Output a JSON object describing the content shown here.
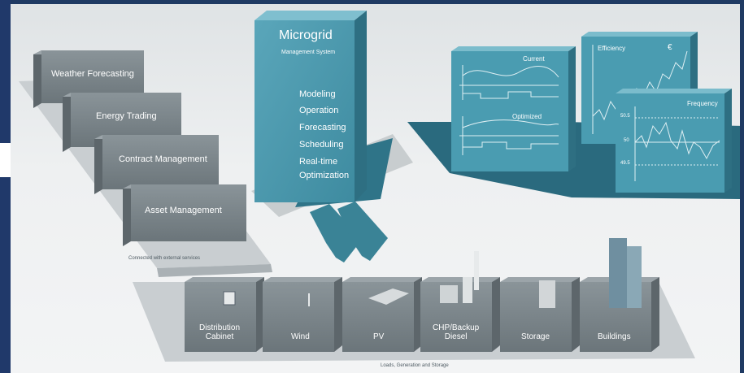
{
  "colors": {
    "frame": "#1f3a63",
    "teal": "#3f8fa5",
    "teal_dark": "#2e6f82",
    "gray_box": "#7a8489",
    "canvas": "#e8ebec"
  },
  "ems": {
    "items": [
      {
        "label": "Weather Forecasting"
      },
      {
        "label": "Energy Trading"
      },
      {
        "label": "Contract Management"
      },
      {
        "label": "Asset Management"
      }
    ],
    "footer": "Connected with external services"
  },
  "core": {
    "title": "Microgrid",
    "subtitle": "Management System",
    "features": [
      "Modeling",
      "Operation",
      "Forecasting",
      "Scheduling",
      "Real-time",
      "Optimization"
    ]
  },
  "panels": {
    "current_label": "Current",
    "optimized_label": "Optimized",
    "efficiency_label": "Efficiency",
    "currency_label": "€",
    "frequency_label": "Frequency",
    "frequency_ticks": [
      "50.5",
      "50",
      "49.5"
    ]
  },
  "assets": {
    "items": [
      {
        "label": "Distribution",
        "label2": "Cabinet"
      },
      {
        "label": "Wind",
        "label2": ""
      },
      {
        "label": "PV",
        "label2": ""
      },
      {
        "label": "CHP/Backup",
        "label2": "Diesel"
      },
      {
        "label": "Storage",
        "label2": ""
      },
      {
        "label": "Buildings",
        "label2": ""
      }
    ],
    "footer": "Loads, Generation and Storage"
  }
}
